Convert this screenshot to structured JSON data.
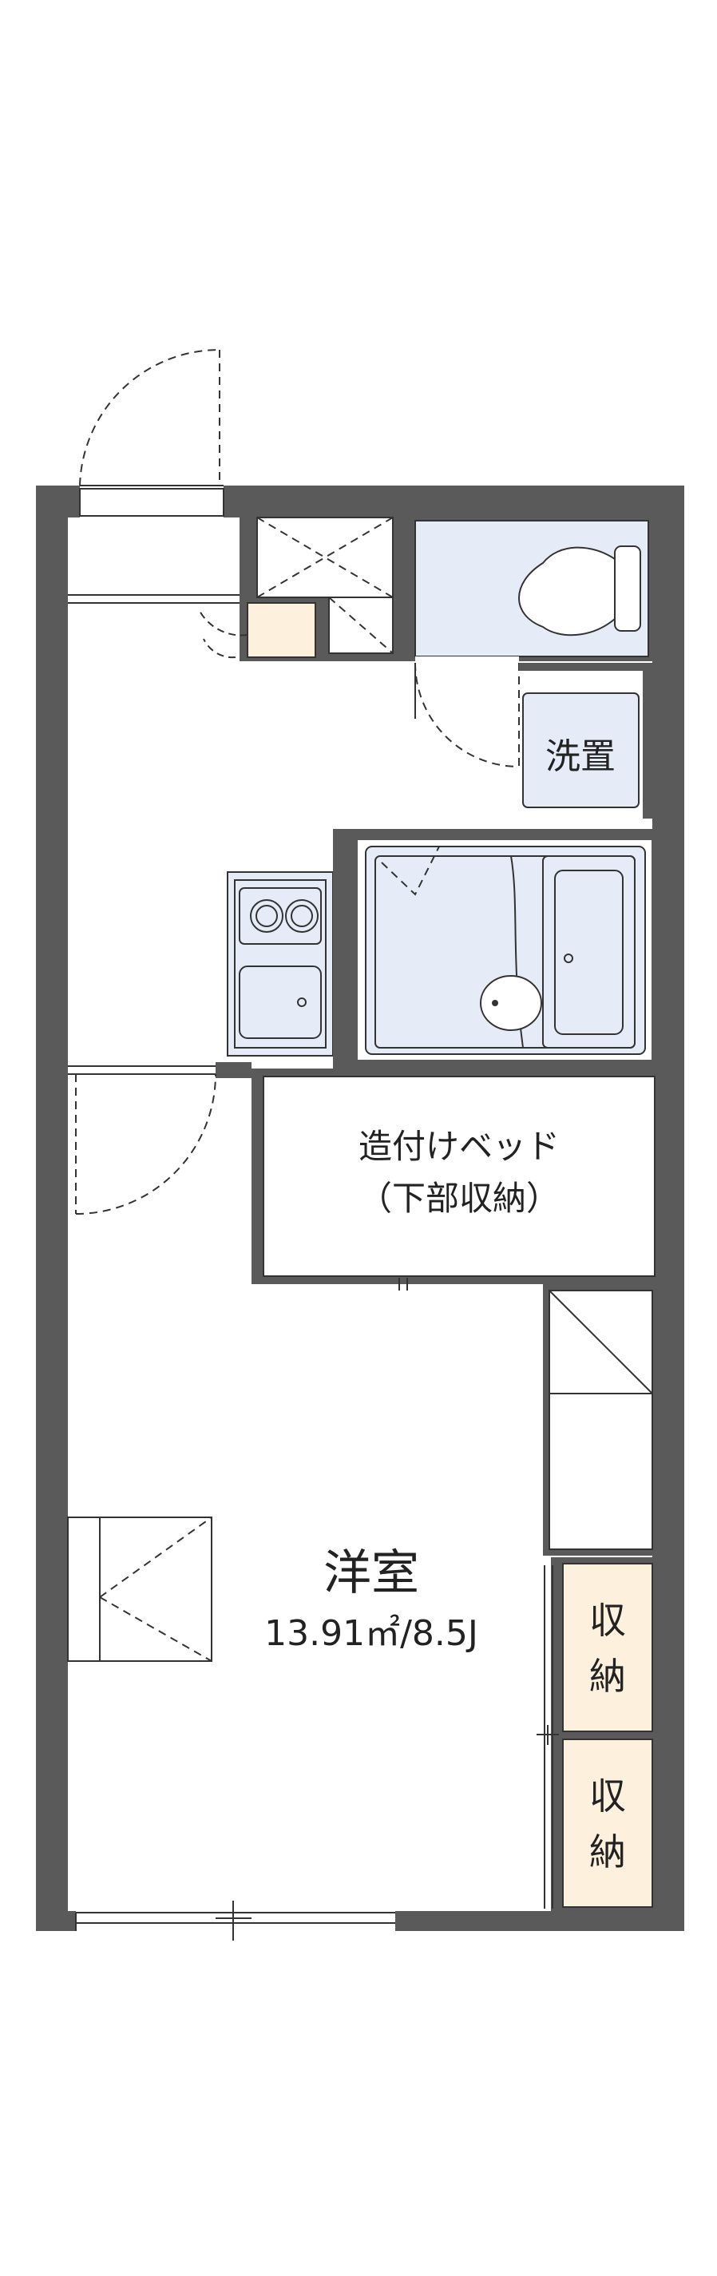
{
  "colors": {
    "wall": "#5a5a5a",
    "floor": "#ffffff",
    "wet_area": "#e6ebf8",
    "storage": "#fdf0dc",
    "line": "#333333"
  },
  "rooms": {
    "western_room": {
      "name": "洋室",
      "area": "13.91㎡/8.5J"
    },
    "built_in_bed": {
      "line1": "造付けベッド",
      "line2": "（下部収納）"
    },
    "washer_space": "洗置",
    "closet_upper": {
      "line1": "収",
      "line2": "納"
    },
    "closet_lower": {
      "line1": "収",
      "line2": "納"
    }
  },
  "icons": [
    "toilet-icon",
    "bathtub-icon",
    "washbasin-icon",
    "stove-icon",
    "kitchen-sink-icon",
    "door-swing-icon",
    "shoe-box-icon"
  ]
}
